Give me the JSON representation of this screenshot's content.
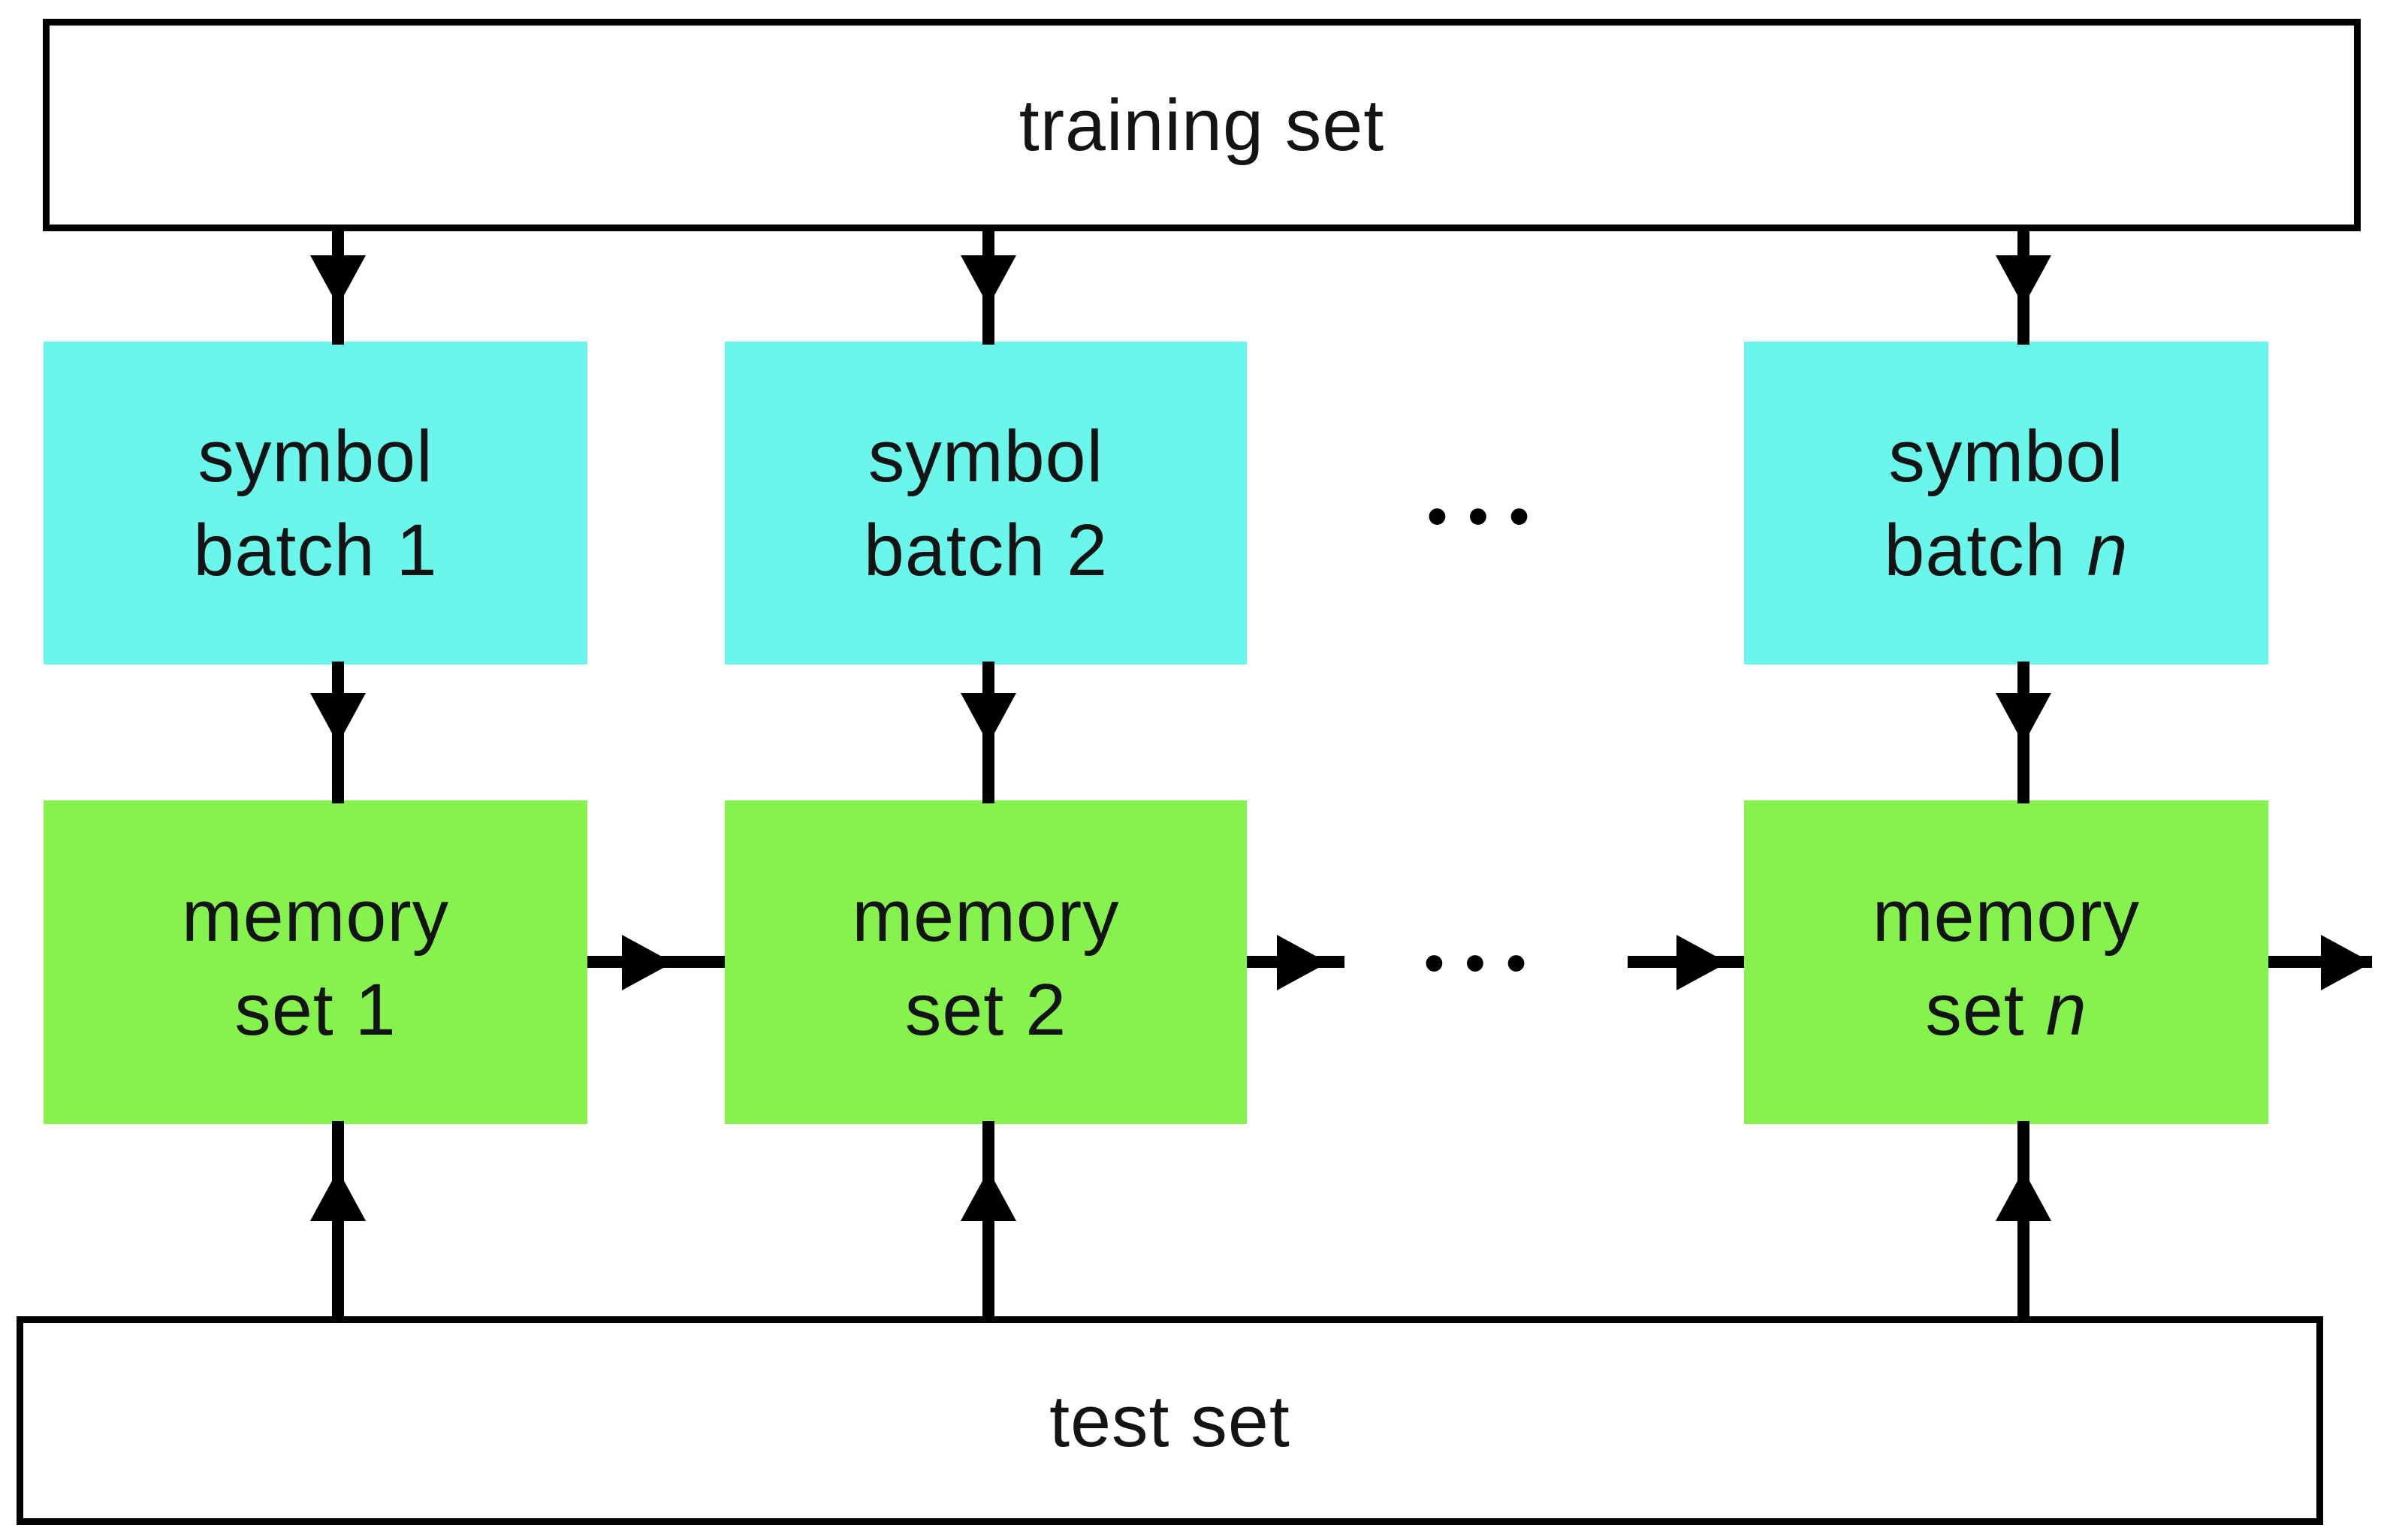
{
  "diagram": {
    "background_color": "#ffffff",
    "line_color": "#000000",
    "text_color": "#141414",
    "symbol_batch_fill": "#6af6eb",
    "memory_set_fill": "#86f24e",
    "training_set": {
      "label": "training set"
    },
    "test_set": {
      "label": "test set"
    },
    "columns": [
      {
        "batch_line1": "symbol",
        "batch_line2": "batch",
        "set_line1": "memory",
        "set_line2": "set",
        "index": "1",
        "index_style": "normal"
      },
      {
        "batch_line1": "symbol",
        "batch_line2": "batch",
        "set_line1": "memory",
        "set_line2": "set",
        "index": "2",
        "index_style": "normal"
      },
      {
        "batch_line1": "symbol",
        "batch_line2": "batch",
        "set_line1": "memory",
        "set_line2": "set",
        "index": "n",
        "index_style": "italic"
      }
    ],
    "ellipsis_top": "•••",
    "ellipsis_bottom": "•••",
    "edges": [
      {
        "from": "training-set",
        "to": "symbol-batch-1"
      },
      {
        "from": "training-set",
        "to": "symbol-batch-2"
      },
      {
        "from": "training-set",
        "to": "symbol-batch-n"
      },
      {
        "from": "symbol-batch-1",
        "to": "memory-set-1"
      },
      {
        "from": "symbol-batch-2",
        "to": "memory-set-2"
      },
      {
        "from": "symbol-batch-n",
        "to": "memory-set-n"
      },
      {
        "from": "test-set",
        "to": "memory-set-1"
      },
      {
        "from": "test-set",
        "to": "memory-set-2"
      },
      {
        "from": "test-set",
        "to": "memory-set-n"
      },
      {
        "from": "memory-set-1",
        "to": "memory-set-2"
      },
      {
        "from": "memory-set-2",
        "to": "ellipsis"
      },
      {
        "from": "ellipsis",
        "to": "memory-set-n"
      },
      {
        "from": "memory-set-n",
        "to": "output"
      }
    ]
  }
}
